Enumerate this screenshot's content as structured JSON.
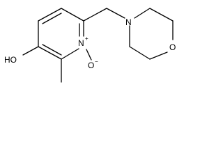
{
  "molecule": {
    "atoms": {
      "ring_nitrogen": "N",
      "ring_nitrogen_charge": "+",
      "n_oxide_oxygen": "O",
      "n_oxide_oxygen_charge": "−",
      "hydroxyl": "HO",
      "morpholine_nitrogen": "N",
      "morpholine_oxygen": "O"
    }
  }
}
